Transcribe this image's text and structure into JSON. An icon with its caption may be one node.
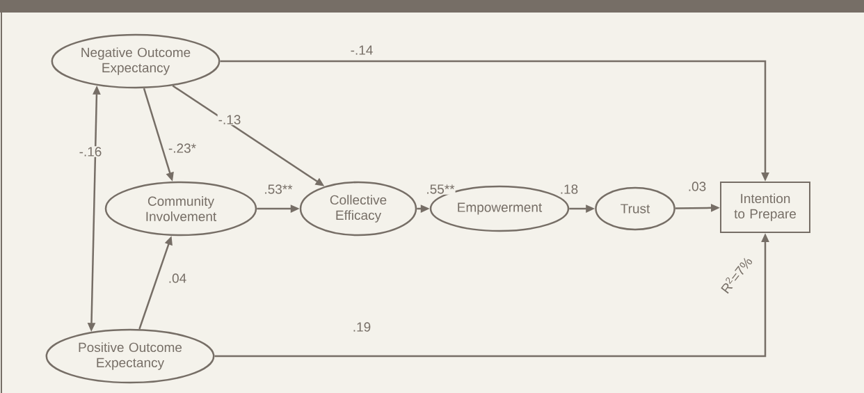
{
  "diagram": {
    "nodes": [
      {
        "text": [
          "Negative Outcome Expectancy"
        ]
      },
      {
        "text": [
          "Community Involvement"
        ]
      },
      {
        "text": [
          "Collective Efficacy"
        ]
      },
      {
        "text": [
          "Empowerment"
        ]
      },
      {
        "text": [
          "Trust"
        ]
      },
      {
        "text": [
          "Intention to Prepare"
        ]
      },
      {
        "text": [
          "Positive Outcome Expectancy"
        ]
      }
    ],
    "edges": [
      {
        "from": 0,
        "to": 5,
        "arrow": "to",
        "label": "-.14"
      },
      {
        "from": 0,
        "to": 2,
        "arrow": "to",
        "label": "-.13"
      },
      {
        "from": 0,
        "to": 1,
        "arrow": "to",
        "label": "-.23*"
      },
      {
        "from": 0,
        "to": 6,
        "arrow": "both",
        "label": "-.16"
      },
      {
        "from": 1,
        "to": 2,
        "arrow": "to",
        "label": ".53**"
      },
      {
        "from": 2,
        "to": 3,
        "arrow": "to",
        "label": ".55**"
      },
      {
        "from": 3,
        "to": 4,
        "arrow": "to",
        "label": ".18"
      },
      {
        "from": 4,
        "to": 5,
        "arrow": "to",
        "label": ".03"
      },
      {
        "from": 6,
        "to": 1,
        "arrow": "to",
        "label": ".04"
      },
      {
        "from": 6,
        "to": 5,
        "arrow": "to",
        "label": ".19"
      }
    ],
    "labels": [
      "R$^{2}$=7%"
    ]
  }
}
